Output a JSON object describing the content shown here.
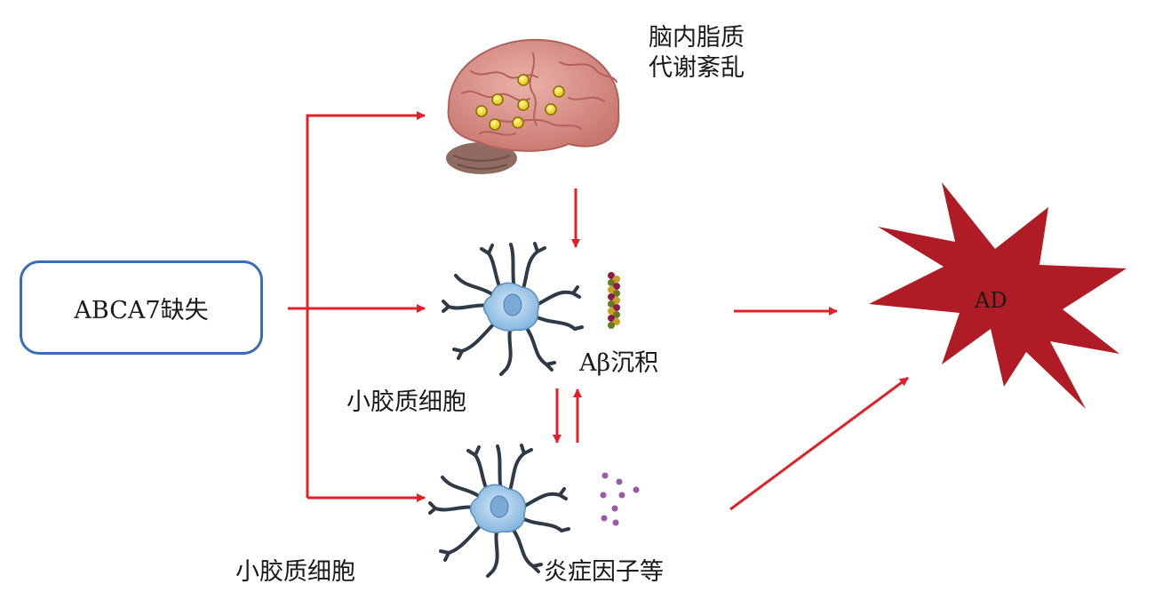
{
  "source": {
    "label": "ABCA7缺失"
  },
  "brain": {
    "label_line1": "脑内脂质",
    "label_line2": "代谢紊乱"
  },
  "amyloid": {
    "label": "Aβ沉积"
  },
  "microglia_middle": {
    "label": "小胶质细胞"
  },
  "microglia_bottom": {
    "label": "小胶质细胞"
  },
  "inflammation": {
    "label": "炎症因子等"
  },
  "outcome": {
    "label": "AD"
  },
  "colors": {
    "arrow": "#e0202a",
    "box_border": "#3a6db5",
    "star_fill": "#b01c26",
    "brain": "#d9958d",
    "microglia": "#a9cdea",
    "cytokine": "#9b5aa6"
  }
}
